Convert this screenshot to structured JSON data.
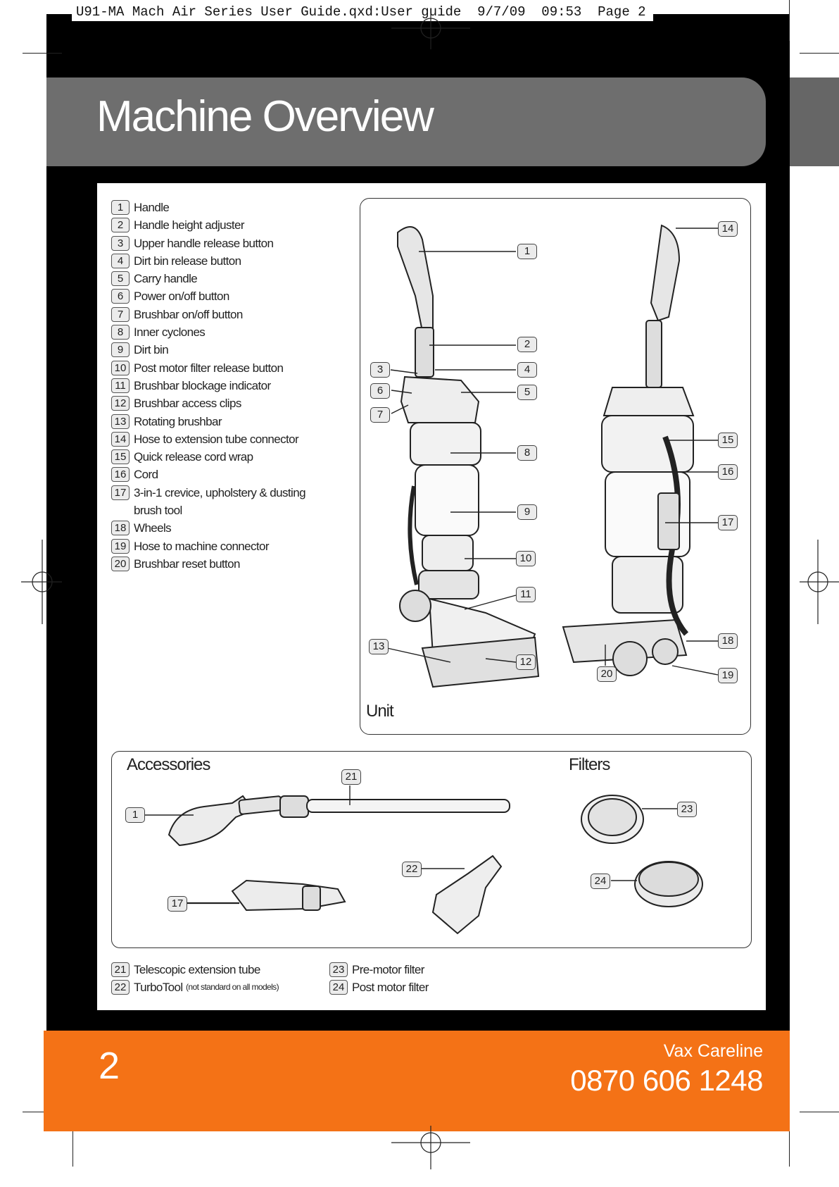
{
  "slug": "U91-MA Mach Air Series User Guide.qxd:User guide  9/7/09  09:53  Page 2",
  "title": "Machine Overview",
  "parts": [
    {
      "num": "1",
      "label": "Handle"
    },
    {
      "num": "2",
      "label": "Handle height adjuster"
    },
    {
      "num": "3",
      "label": "Upper handle release button"
    },
    {
      "num": "4",
      "label": "Dirt bin release button"
    },
    {
      "num": "5",
      "label": "Carry handle"
    },
    {
      "num": "6",
      "label": "Power on/off button"
    },
    {
      "num": "7",
      "label": "Brushbar on/off button"
    },
    {
      "num": "8",
      "label": "Inner cyclones"
    },
    {
      "num": "9",
      "label": "Dirt bin"
    },
    {
      "num": "10",
      "label": "Post motor filter release button"
    },
    {
      "num": "11",
      "label": "Brushbar blockage indicator"
    },
    {
      "num": "12",
      "label": "Brushbar access clips"
    },
    {
      "num": "13",
      "label": "Rotating brushbar"
    },
    {
      "num": "14",
      "label": "Hose to extension tube connector"
    },
    {
      "num": "15",
      "label": "Quick release cord wrap"
    },
    {
      "num": "16",
      "label": "Cord"
    },
    {
      "num": "17",
      "label": "3-in-1 crevice, upholstery & dusting",
      "label2": "brush tool"
    },
    {
      "num": "18",
      "label": "Wheels"
    },
    {
      "num": "19",
      "label": "Hose to machine connector"
    },
    {
      "num": "20",
      "label": "Brushbar reset button"
    }
  ],
  "unit_label": "Unit",
  "unit_callouts": [
    "1",
    "14",
    "2",
    "3",
    "4",
    "6",
    "5",
    "7",
    "15",
    "16",
    "8",
    "17",
    "9",
    "10",
    "11",
    "18",
    "13",
    "12",
    "20",
    "19"
  ],
  "accessories_title": "Accessories",
  "filters_title": "Filters",
  "accessory_callouts": [
    "21",
    "1",
    "22",
    "17",
    "23",
    "24"
  ],
  "accessory_legend": [
    {
      "num": "21",
      "label": "Telescopic extension tube",
      "note": ""
    },
    {
      "num": "22",
      "label": "TurboTool",
      "note": "(not standard on all models)"
    },
    {
      "num": "23",
      "label": "Pre-motor filter",
      "note": ""
    },
    {
      "num": "24",
      "label": "Post motor filter",
      "note": ""
    }
  ],
  "footer": {
    "page_number": "2",
    "careline_label": "Vax Careline",
    "phone": "0870 606 1248"
  },
  "colors": {
    "title_band": "#6e6e6e",
    "footer": "#f47216",
    "background": "#000000"
  }
}
